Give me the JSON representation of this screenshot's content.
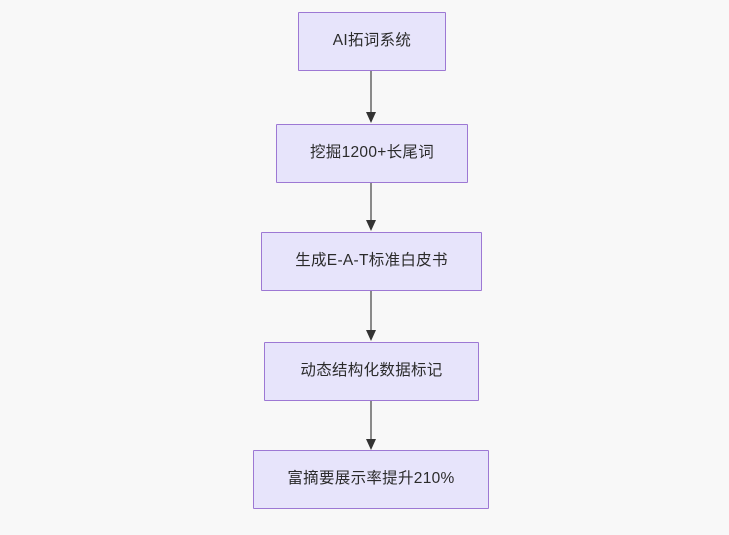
{
  "diagram": {
    "type": "flowchart",
    "direction": "top-to-bottom",
    "background_color": "#f8f8f8",
    "node_fill_color": "#e7e4fb",
    "node_border_color": "#9d78d4",
    "edge_color": "#6e6e6e",
    "arrowhead_color": "#333333",
    "text_color": "#2b2b2b",
    "nodes": [
      {
        "id": "n1",
        "label": "AI拓词系统"
      },
      {
        "id": "n2",
        "label": "挖掘1200+长尾词"
      },
      {
        "id": "n3",
        "label": "生成E-A-T标准白皮书"
      },
      {
        "id": "n4",
        "label": "动态结构化数据标记"
      },
      {
        "id": "n5",
        "label": "富摘要展示率提升210%"
      }
    ],
    "edges": [
      {
        "from": "n1",
        "to": "n2",
        "label": ""
      },
      {
        "from": "n2",
        "to": "n3",
        "label": ""
      },
      {
        "from": "n3",
        "to": "n4",
        "label": ""
      },
      {
        "from": "n4",
        "to": "n5",
        "label": ""
      }
    ]
  }
}
